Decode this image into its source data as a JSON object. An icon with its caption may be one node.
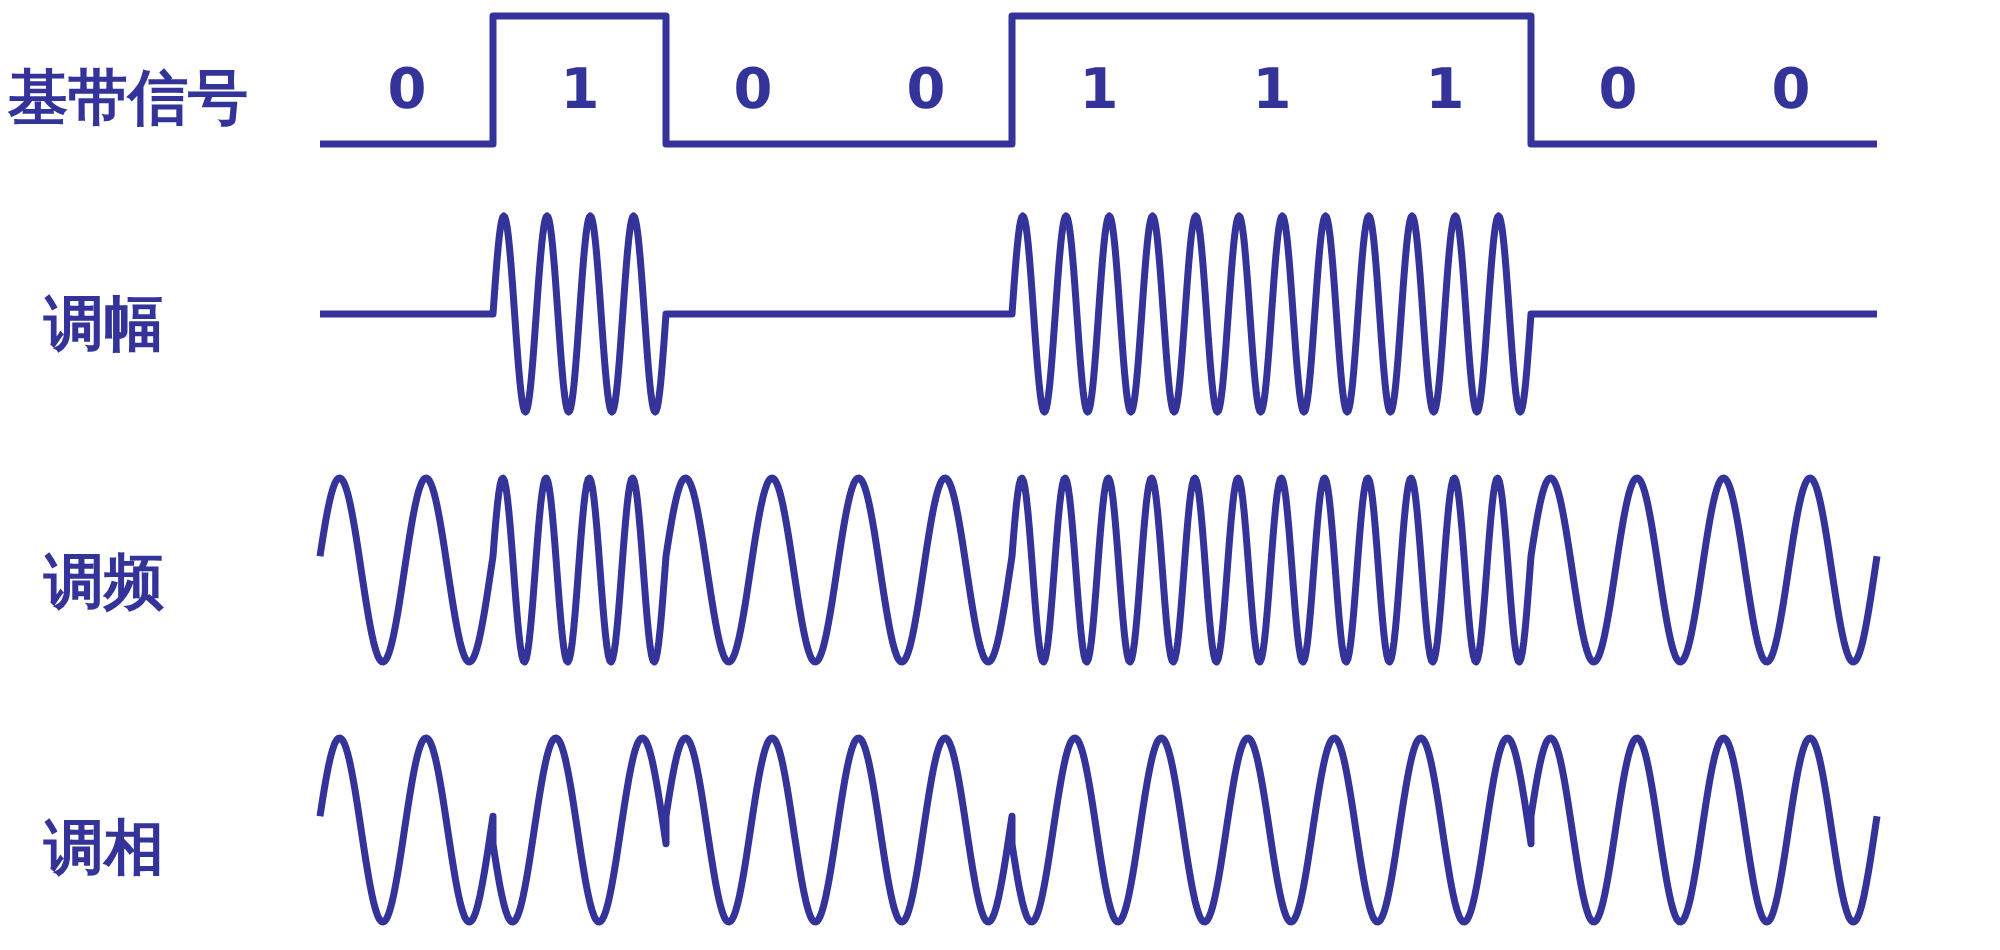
{
  "diagram": {
    "labels": [
      "基带信号",
      "0",
      "1",
      "0",
      "0",
      "1",
      "1",
      "1",
      "0",
      "0",
      "调幅",
      "调频",
      "调相"
    ]
  }
}
